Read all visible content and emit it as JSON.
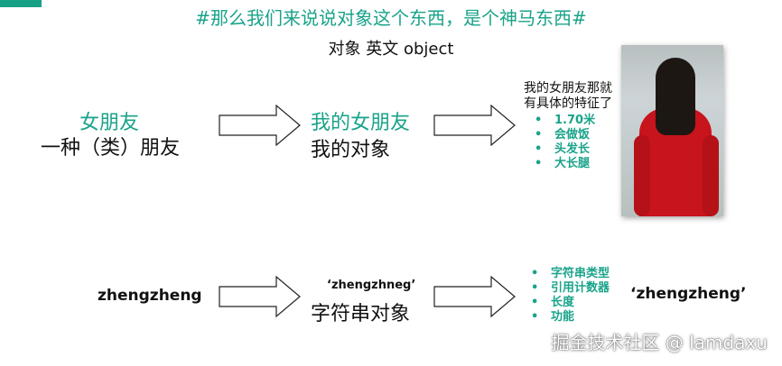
{
  "header": {
    "title": "#那么我们来说说对象这个东西，是个神马东西#",
    "subtitle": "对象  英文  object"
  },
  "row1": {
    "left_top": "女朋友",
    "left_bottom": "一种（类）朋友",
    "mid_top": "我的女朋友",
    "mid_bottom": "我的对象",
    "desc_line1": "我的女朋友那就",
    "desc_line2": "有具体的特征了",
    "bullets": [
      "1.70米",
      "会做饭",
      "头发长",
      "大长腿"
    ]
  },
  "row2": {
    "left": "zhengzheng",
    "mid_top": "‘zhengzhneg’",
    "mid_bottom": "字符串对象",
    "bullets": [
      "字符串类型",
      "引用计数器",
      "长度",
      "功能"
    ],
    "right": "‘zhengzheng’"
  },
  "footer": {
    "watermark": "掘金技术社区 @ lamdaxu"
  },
  "colors": {
    "accent": "#1aa38a",
    "coat": "#c8141c"
  }
}
